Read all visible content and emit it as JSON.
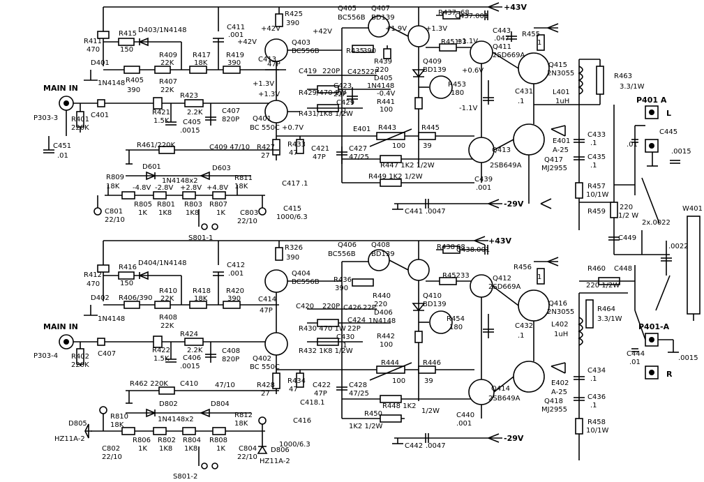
{
  "rails": {
    "plus43_top": "+43V",
    "plus43_bottom": "+43V",
    "minus29_top": "-29V",
    "minus29_bottom": "-29V"
  },
  "inputs": {
    "main_in_top": "MAIN IN",
    "main_in_bottom": "MAIN IN",
    "jack_top": "P303-3",
    "jack_bottom": "P303-4"
  },
  "switches": {
    "top": "S801-1",
    "bottom": "S801-2"
  },
  "outputs": {
    "connector_top": "P401 A",
    "connector_bottom": "P401-A",
    "left": "L",
    "right": "R",
    "cable": "W401",
    "shared_cap": "2x.0022"
  },
  "labels_top": {
    "r411": "R411",
    "r411v": "470",
    "r415": "R415",
    "r415v": "150",
    "d403": "D403/1N4148",
    "r409": "R409",
    "r409v": "22K",
    "r417": "R417",
    "r417v": "18K",
    "r419": "R419",
    "r419v": "390",
    "c411": "C411",
    "c411v": ".001",
    "c413": "C413",
    "c413v": "47P",
    "r425": "R425",
    "r425v": "390",
    "q403": "Q403",
    "q403v": "BC556B",
    "v42a": "+42V",
    "v42b": "+42V",
    "v42c": "+42V",
    "v13": "+1.3V",
    "d401": "D401",
    "d401v": "1N4148",
    "r405": "R405",
    "r405v": "390",
    "r407": "R407",
    "r407v": "22K",
    "r423": "R423",
    "r423v": "2.2K",
    "r421": "R421",
    "r421v": "1.5K",
    "c405": "C405",
    "c405v": ".0015",
    "c407": "C407",
    "c407v": "820P",
    "r401": "R401",
    "r401v": "220K",
    "c401": "C401",
    "c451": "C451",
    "c451v": ".01",
    "q401": "Q401",
    "q401v": "BC 550C",
    "v07": "+0.7V",
    "r461": "R461/220K",
    "c409": "C409 47/10",
    "d601": "D601",
    "d603": "D603",
    "d6xx": "1N4148x2",
    "r809": "R809",
    "r809v": "18K",
    "r811": "R811",
    "r811v": "18K",
    "vm48": "-4.8V",
    "vm28": "-2.8V",
    "vp28": "+2.8V",
    "vp48": "+4.8V",
    "r805": "R805",
    "r805v": "1K",
    "r801": "R801",
    "r801v": "1K8",
    "r803": "R803",
    "r803v": "1K8",
    "r807": "R807",
    "r807v": "1K",
    "c801": "C801",
    "c801v": "22/10",
    "c803": "C803",
    "c803v": "22/10",
    "r427": "R427",
    "r427v": "27",
    "r433": "R433",
    "r433v": "47",
    "c421": "C421",
    "c421v": "47P",
    "c417": "C417",
    "c417v": ".1",
    "c415": "C415",
    "c415v": "1000/6.3",
    "q405": "Q405",
    "q405v": "BC556B",
    "q407": "Q407",
    "q407v": "BD139",
    "v19": "+1.9V",
    "v13b": "+1.3V",
    "r435": "R435",
    "r435v": "390",
    "r439": "R439",
    "r439v": "220",
    "q409": "Q409",
    "q409v": "BD139",
    "d405": "D405",
    "d405v": "1N4148",
    "vm04": "-0.4V",
    "r441": "R441",
    "r441v": "100",
    "c419": "C419",
    "c419v": "220P",
    "c425": "C425",
    "c425v": "22P",
    "c423": "C423",
    "c423v": "22P",
    "r429": "R429/470 1W",
    "r431": "R431/1K8 1/2W",
    "c429": "C429",
    "c429v": ".1",
    "e401": "E401",
    "r443": "R443",
    "r443v": "100",
    "r445": "R445",
    "r445v": "39",
    "c427": "C427",
    "c427v": "47/25",
    "r447": "R447 1K2 1/2W",
    "r449": "R449 1K2 1/2W",
    "r437": "R437",
    "r437v": "68",
    "c437": "C437",
    "c437v": ".001",
    "r451": "R451",
    "r451v": "33",
    "v11": "+1.1V",
    "v06": "+0.6V",
    "vm11": "-1.1V",
    "c443": "C443",
    "c443v": ".047",
    "r455": "R455",
    "r455v": "1",
    "q411": "Q411",
    "q411v": "2SD669A",
    "q415": "Q415",
    "q415v": "2N3055",
    "r453": "R453",
    "r453v": "180",
    "c431": "C431",
    "c431v": ".1",
    "l401": "L401",
    "l401v": "1uH",
    "r463": "R463",
    "r463v": "3.3/1W",
    "e401b": "E401",
    "e401bv": "A-25",
    "q413": "Q413",
    "q413v": "2SB649A",
    "q417": "Q417",
    "q417v": "MJ2955",
    "c433": "C433",
    "c433v": ".1",
    "c435": "C435",
    "c435v": ".1",
    "r457": "R457",
    "r457v": "10/1W",
    "c439": "C439",
    "c439v": ".001",
    "c441": "C441",
    "c441v": ".0047",
    "r459": "R459",
    "r459v": "220",
    "r459w": "1/2 W",
    "c445": "C445",
    "c445v": ".01",
    "c445w": ".0015"
  },
  "labels_bottom": {
    "r412": "R412",
    "r412v": "470",
    "r416": "R416",
    "r416v": "150",
    "d404": "D404/1N4148",
    "r410": "R410",
    "r410v": "22K",
    "r418": "R418",
    "r418v": "18K",
    "r420": "R420",
    "r420v": "390",
    "c412": "C412",
    "c412v": ".001",
    "c414": "C414",
    "c414v": "47P",
    "r326": "R326",
    "r326v": "390",
    "q404": "Q404",
    "q404v": "BC556B",
    "d402": "D402",
    "d402v": "1N4148",
    "r406": "R406/390",
    "r408": "R408",
    "r408v": "22K",
    "r424": "R424",
    "r424v": "2.2K",
    "r422": "R422",
    "r422v": "1.5K",
    "c406": "C406",
    "c406v": ".0015",
    "c408": "C408",
    "c408v": "820P",
    "r402": "R402",
    "r402v": "220K",
    "c407": "C407",
    "q402": "Q402",
    "q402v": "BC 550C",
    "r462": "R462 220K",
    "c410": "C410",
    "c410v": "47/10",
    "d802": "D802",
    "d804": "D804",
    "d8xx": "1N4148x2",
    "r810": "R810",
    "r810v": "18K",
    "r812": "R812",
    "r812v": "18K",
    "r806": "R806",
    "r806v": "1K",
    "r802": "R802",
    "r802v": "1K8",
    "r804": "R804",
    "r804v": "1K8",
    "r808": "R808",
    "r808v": "1K",
    "c802": "C802",
    "c802v": "22/10",
    "c804": "C804",
    "c804v": "22/10",
    "d805": "D805",
    "d805v": "HZ11A-2",
    "d806": "D806",
    "d806v": "HZ11A-2",
    "r428": "R428",
    "r428v": "27",
    "r434": "R434",
    "r434v": "47",
    "c422": "C422",
    "c422v": "47P",
    "c418": "C418",
    "c418v": ".1",
    "c416": "C416",
    "c416v": "1000/6.3",
    "q406": "Q406",
    "q406v": "BC556B",
    "q408": "Q408",
    "q408v": "BD139",
    "r436": "R436",
    "r436v": "390",
    "r440": "R440",
    "r440v": "220",
    "q410": "Q410",
    "q410v": "BD139",
    "d406": "D406",
    "d406v": "1N4148",
    "r442": "R442",
    "r442v": "100",
    "c420": "C420",
    "c420v": "220P",
    "c426": "C426",
    "c426v": "22P",
    "c424": "C424",
    "c424v": "22P",
    "r430": "R430 470 1W",
    "r432": "R432 1K8 1/2W",
    "c430": "C430",
    "c430v": ".1",
    "r444": "R444",
    "r444v": "100",
    "r446": "R446",
    "r446v": "39",
    "c428": "C428",
    "c428v": "47/25",
    "r448": "R448 1K2",
    "r448w": "1/2W",
    "r450": "R450",
    "r450v": "1K2 1/2W",
    "r438": "R438",
    "r438v": "68",
    "c438": "C438",
    "c438v": ".001",
    "r452": "R452",
    "r452v": "33",
    "r456": "R456",
    "r456v": "1",
    "q412": "Q412",
    "q412v": "2SD669A",
    "q416": "Q416",
    "q416v": "2N3055",
    "r454": "R454",
    "r454v": "180",
    "c432": "C432",
    "c432v": ".1",
    "l402": "L402",
    "l402v": "1uH",
    "r464": "R464",
    "r464v": "3.3/1W",
    "e402": "E402",
    "e402v": "A-25",
    "q414": "Q414",
    "q414v": "2SB649A",
    "q418": "Q418",
    "q418v": "MJ2955",
    "c434": "C434",
    "c434v": ".1",
    "c436": "C436",
    "c436v": ".1",
    "r458": "R458",
    "r458v": "10/1W",
    "c440": "C440",
    "c440v": ".001",
    "c442": "C442",
    "c442v": ".0047",
    "r460": "R460",
    "r460v": "220 1/2W",
    "c448": "C448",
    "c449": "C449",
    "c449v": ".0022",
    "c444": "C444",
    "c444v": ".01",
    "c444w": ".0015"
  }
}
